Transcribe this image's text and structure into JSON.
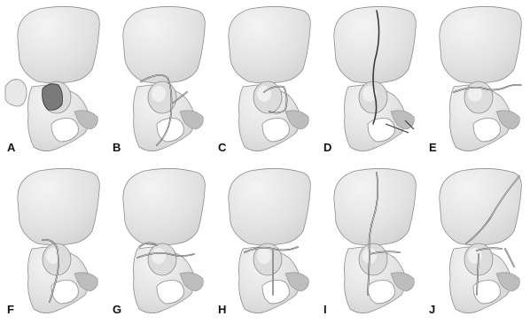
{
  "figure": {
    "panels": [
      {
        "letter": "A",
        "fracture_pattern": "posterior-wall"
      },
      {
        "letter": "B",
        "fracture_pattern": "posterior-column"
      },
      {
        "letter": "C",
        "fracture_pattern": "anterior-wall"
      },
      {
        "letter": "D",
        "fracture_pattern": "anterior-column"
      },
      {
        "letter": "E",
        "fracture_pattern": "transverse"
      },
      {
        "letter": "F",
        "fracture_pattern": "posterior-column-posterior-wall"
      },
      {
        "letter": "G",
        "fracture_pattern": "transverse-posterior-wall"
      },
      {
        "letter": "H",
        "fracture_pattern": "t-shaped"
      },
      {
        "letter": "I",
        "fracture_pattern": "anterior-column-posterior-hemitransverse"
      },
      {
        "letter": "J",
        "fracture_pattern": "both-column"
      }
    ],
    "colors": {
      "bone_light": "#f4f4f4",
      "bone_mid": "#cfcfcf",
      "bone_dark": "#8d8d8d",
      "fracture_line": "#3a3a3a",
      "letter": "#111111"
    }
  }
}
